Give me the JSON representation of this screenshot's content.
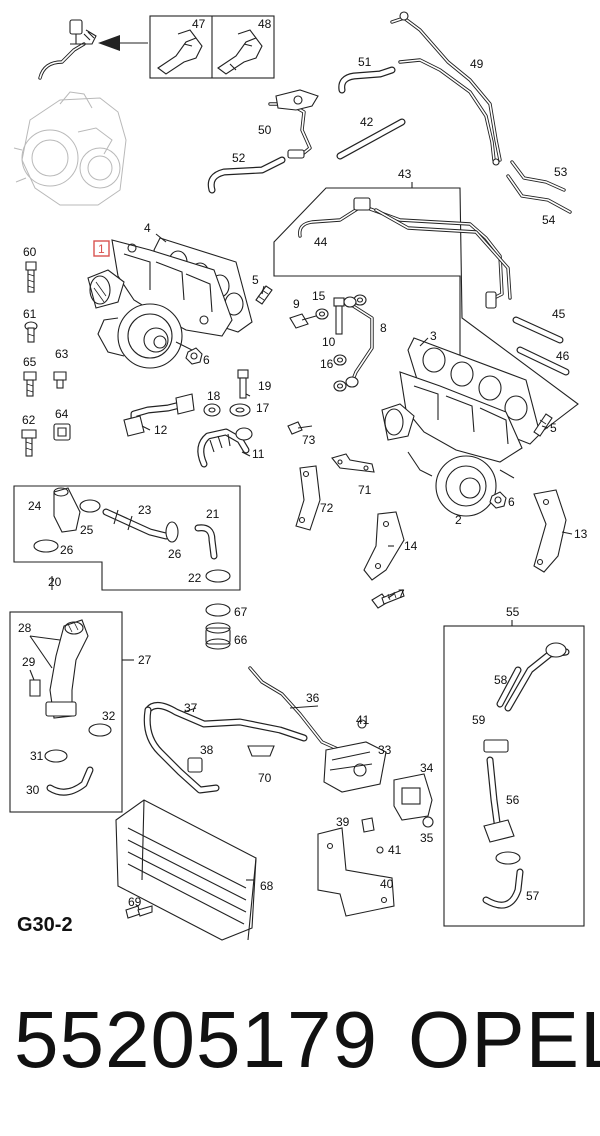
{
  "sheet_code": "G30-2",
  "part_number": "55205179",
  "brand": "OPEL",
  "highlighted_callout": "1",
  "highlight_color": "#d9534f",
  "callouts": [
    "47",
    "48",
    "49",
    "50",
    "51",
    "42",
    "52",
    "43",
    "44",
    "53",
    "54",
    "45",
    "46",
    "4",
    "1",
    "60",
    "5",
    "9",
    "15",
    "10",
    "8",
    "3",
    "61",
    "65",
    "63",
    "6",
    "16",
    "19",
    "18",
    "17",
    "12",
    "62",
    "64",
    "73",
    "11",
    "5",
    "24",
    "25",
    "23",
    "21",
    "71",
    "72",
    "6",
    "2",
    "26",
    "22",
    "20",
    "14",
    "13",
    "7",
    "67",
    "66",
    "55",
    "28",
    "29",
    "27",
    "58",
    "37",
    "36",
    "41",
    "32",
    "33",
    "59",
    "38",
    "70",
    "34",
    "31",
    "56",
    "39",
    "30",
    "41",
    "35",
    "40",
    "68",
    "57",
    "69"
  ],
  "icons": [
    "arrow-left-icon",
    "bolt-icon",
    "nut-icon",
    "clamp-icon",
    "washer-icon",
    "gasket-icon",
    "hose-icon",
    "pipe-icon",
    "bracket-icon",
    "turbocharger-icon",
    "intercooler-icon",
    "actuator-icon",
    "sensor-icon",
    "engine-outline-icon"
  ]
}
